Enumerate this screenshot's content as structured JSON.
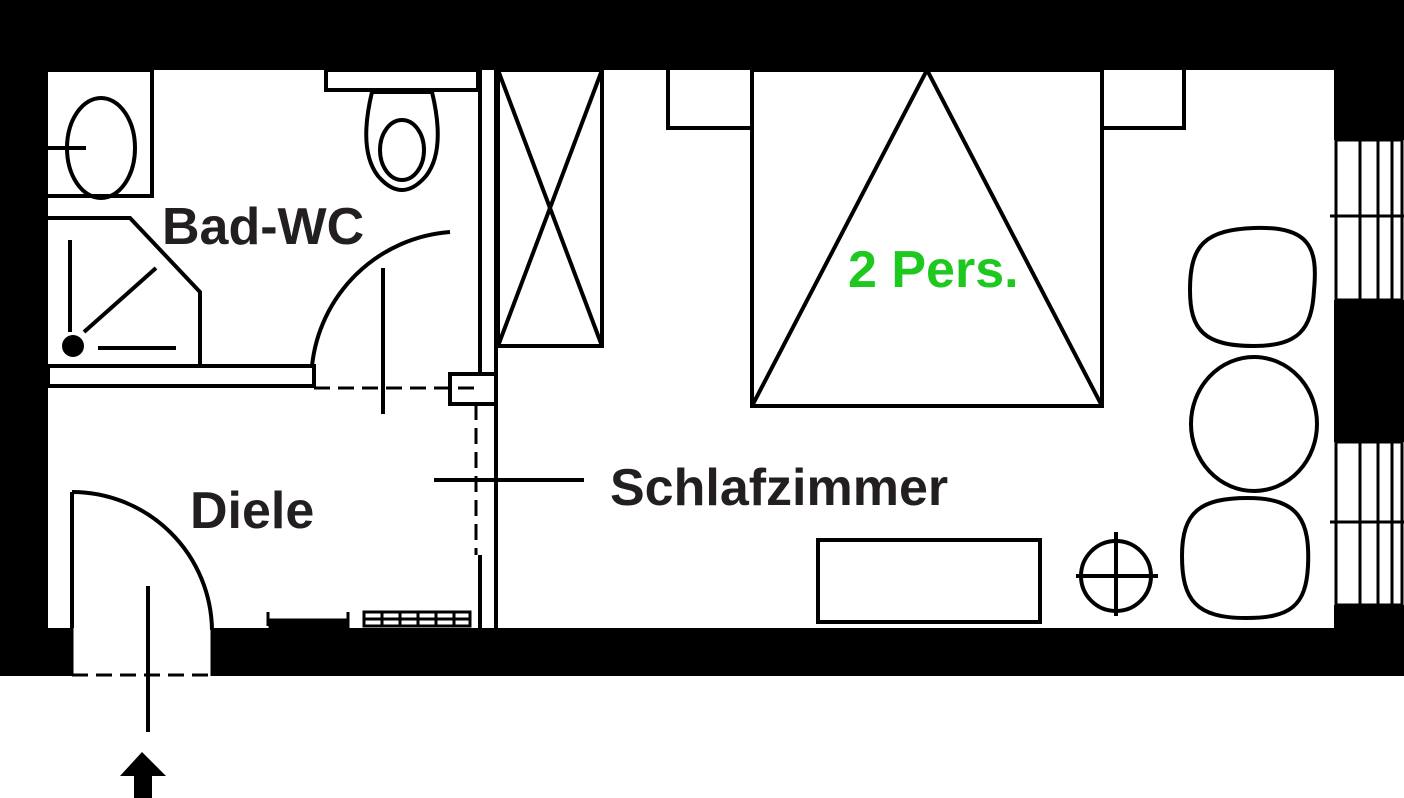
{
  "rooms": {
    "bathroom": "Bad-WC",
    "hall": "Diele",
    "bedroom": "Schlafzimmer"
  },
  "bed": {
    "capacity": "2 Pers."
  },
  "colors": {
    "wall": "#000000",
    "floor": "#ffffff",
    "capacity_label": "#1ec81e"
  }
}
